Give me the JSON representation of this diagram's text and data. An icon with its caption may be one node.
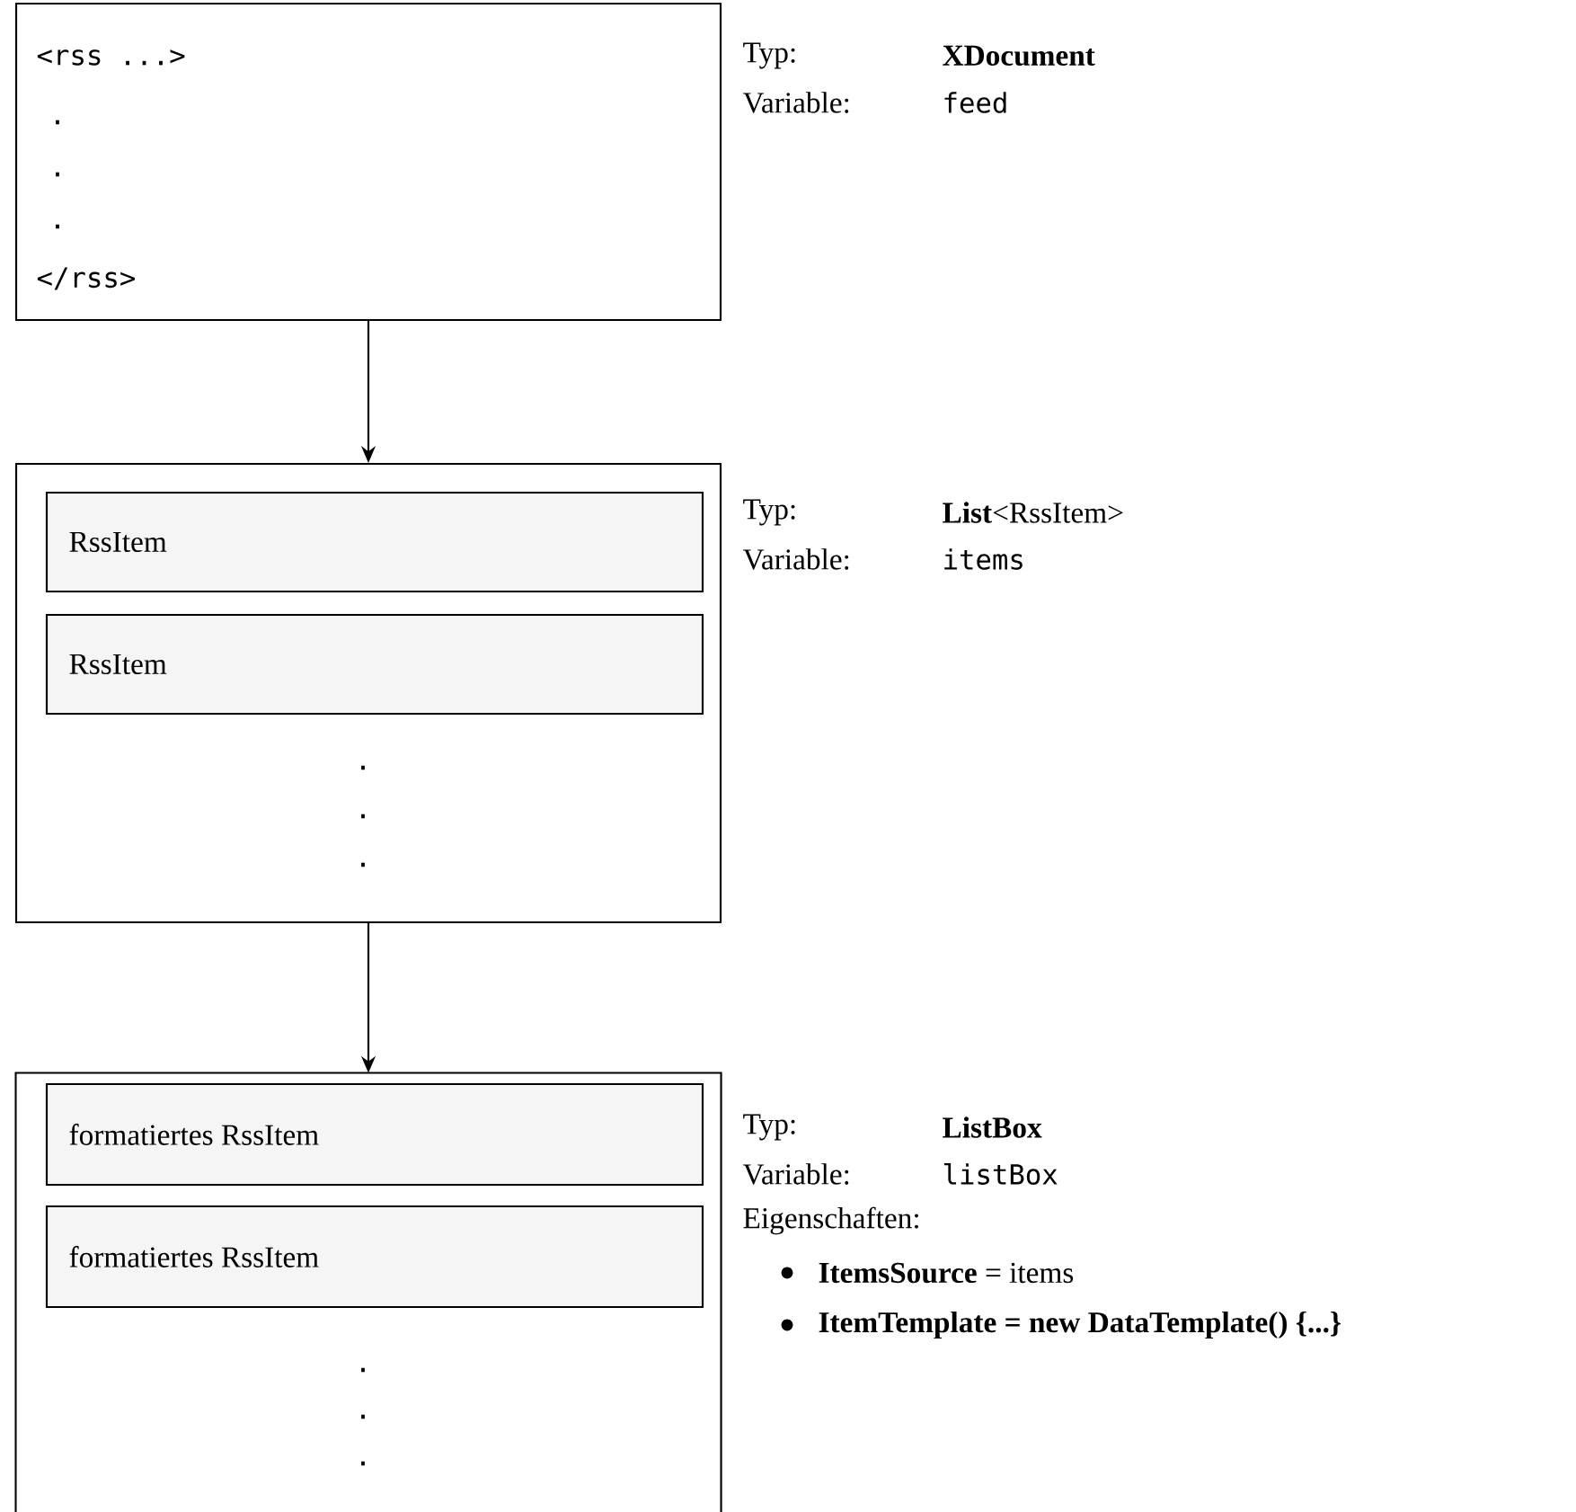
{
  "diagram": {
    "nodes": [
      {
        "text": [
          "<rss ...>",
          ".",
          ".",
          ".",
          "</rss>"
        ],
        "beside": [
          "Typ:",
          "XDocument",
          "Variable:",
          "feed"
        ]
      },
      {
        "text": [
          ".",
          ".",
          "."
        ],
        "beside": [
          "Typ:",
          "**List**<RssItem>",
          "Variable:",
          "items"
        ]
      },
      {
        "text": [
          "RssItem"
        ],
        "in": 1
      },
      {
        "text": [
          "RssItem"
        ],
        "in": 1
      },
      {
        "text": [
          ".",
          ".",
          "."
        ],
        "beside": [
          "Typ:",
          "ListBox",
          "Variable:",
          "listBox",
          "Eigenschaften:",
          "**ItemsSource** = items",
          "ItemTemplate = new DataTemplate() {...}"
        ]
      },
      {
        "text": [
          "formatiertes RssItem"
        ],
        "in": 4
      },
      {
        "text": [
          "formatiertes RssItem"
        ],
        "in": 4
      }
    ],
    "edges": [
      {
        "from": 0,
        "to": 1,
        "arrow": "to"
      },
      {
        "from": 1,
        "to": 4,
        "arrow": "to"
      }
    ]
  }
}
